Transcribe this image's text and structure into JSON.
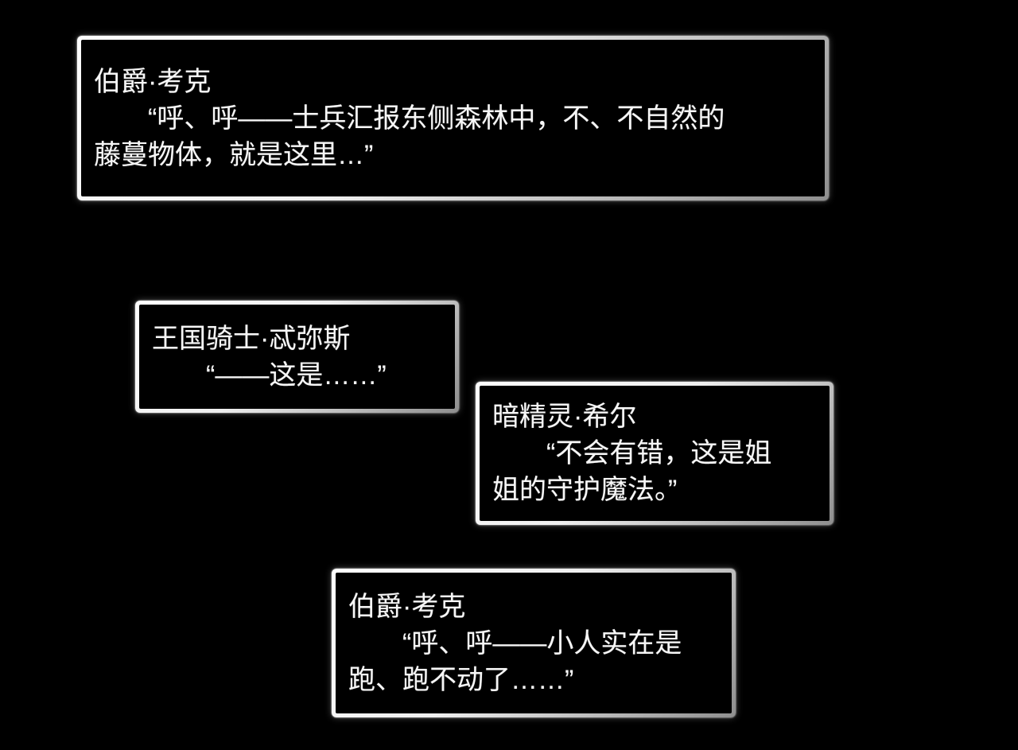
{
  "page": {
    "background_color": "#000000",
    "text_color": "#f7f7f7",
    "box_border_colors": [
      "#ffffff",
      "#8f8f8f"
    ],
    "box_fill_color": "#000000"
  },
  "dialogs": [
    {
      "speaker": "伯爵·考克",
      "quote_lines": [
        "“呼、呼——士兵汇报东侧森林中，不、不自然的",
        "藤蔓物体，就是这里…”"
      ]
    },
    {
      "speaker": "王国骑士·忒弥斯",
      "quote_lines": [
        "“——这是……”"
      ]
    },
    {
      "speaker": "暗精灵·希尔",
      "quote_lines": [
        "“不会有错，这是姐",
        "姐的守护魔法。”"
      ]
    },
    {
      "speaker": "伯爵·考克",
      "quote_lines": [
        "“呼、呼——小人实在是",
        "跑、跑不动了……”"
      ]
    }
  ]
}
